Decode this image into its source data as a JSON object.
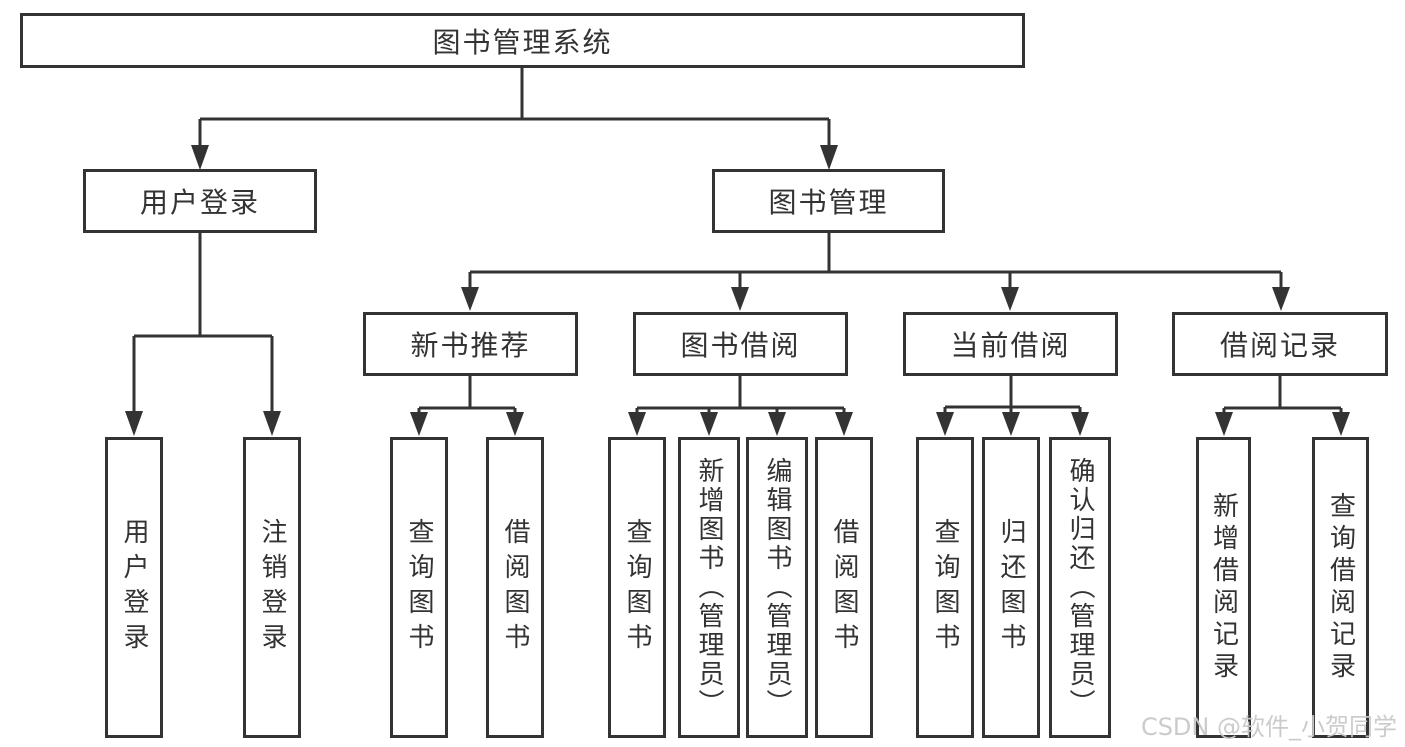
{
  "title": "图书管理系统",
  "watermark": "CSDN @软件_小贺同学",
  "level2": [
    {
      "label": "用户登录"
    },
    {
      "label": "图书管理"
    }
  ],
  "level3": [
    {
      "label": "新书推荐"
    },
    {
      "label": "图书借阅"
    },
    {
      "label": "当前借阅"
    },
    {
      "label": "借阅记录"
    }
  ],
  "leaves": {
    "user_login": [
      "用户登录",
      "注销登录"
    ],
    "new_book_recommend": [
      "查询图书",
      "借阅图书"
    ],
    "book_borrow": [
      "查询图书",
      "新增图书（管理员）",
      "编辑图书（管理员）",
      "借阅图书"
    ],
    "current_borrow": [
      "查询图书",
      "归还图书",
      "确认归还（管理员）"
    ],
    "borrow_records": [
      "新增借阅记录",
      "查询借阅记录"
    ]
  },
  "colors": {
    "line": "#333333",
    "text": "#333333",
    "background": "#ffffff",
    "watermark": "#c9c9c9"
  }
}
